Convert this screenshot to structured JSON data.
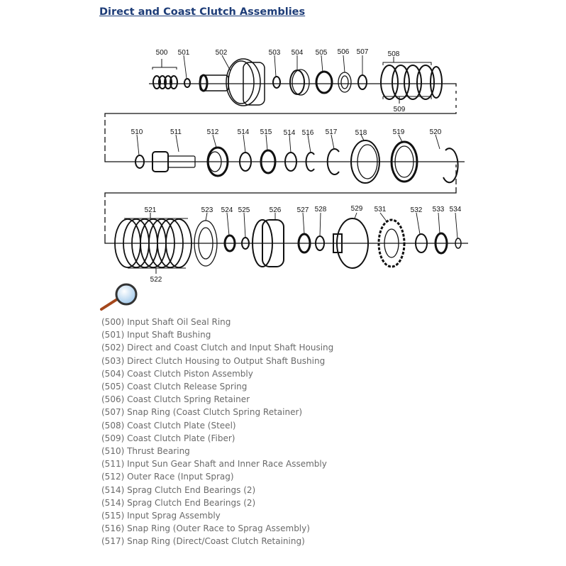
{
  "title": "Direct and Coast Clutch Assemblies",
  "diagram": {
    "row1_labels": [
      "500",
      "501",
      "502",
      "503",
      "504",
      "505",
      "506",
      "507",
      "508",
      "509"
    ],
    "row2_labels": [
      "510",
      "511",
      "512",
      "514",
      "515",
      "514",
      "516",
      "517",
      "518",
      "519",
      "520"
    ],
    "row3_labels": [
      "521",
      "522",
      "523",
      "524",
      "525",
      "526",
      "527",
      "528",
      "529",
      "531",
      "532",
      "533",
      "534"
    ]
  },
  "zoom_icon": "magnifier-icon",
  "legend": [
    "(500) Input Shaft Oil Seal Ring",
    "(501) Input Shaft Bushing",
    "(502) Direct and Coast Clutch and Input Shaft Housing",
    "(503) Direct Clutch Housing to Output Shaft Bushing",
    "(504) Coast Clutch Piston Assembly",
    "(505) Coast Clutch Release Spring",
    "(506) Coast Clutch Spring Retainer",
    "(507) Snap Ring (Coast Clutch Spring Retainer)",
    "(508) Coast Clutch Plate (Steel)",
    "(509) Coast Clutch Plate (Fiber)",
    "(510) Thrust Bearing",
    "(511) Input Sun Gear Shaft and Inner Race Assembly",
    "(512) Outer Race (Input Sprag)",
    "(514) Sprag Clutch End Bearings (2)",
    "(514) Sprag Clutch End Bearings (2)",
    "(515) Input Sprag Assembly",
    "(516) Snap Ring (Outer Race to Sprag Assembly)",
    "(517) Snap Ring (Direct/Coast Clutch Retaining)"
  ],
  "colors": {
    "title": "#1e3d78",
    "legend_text": "#6a6a6a"
  }
}
